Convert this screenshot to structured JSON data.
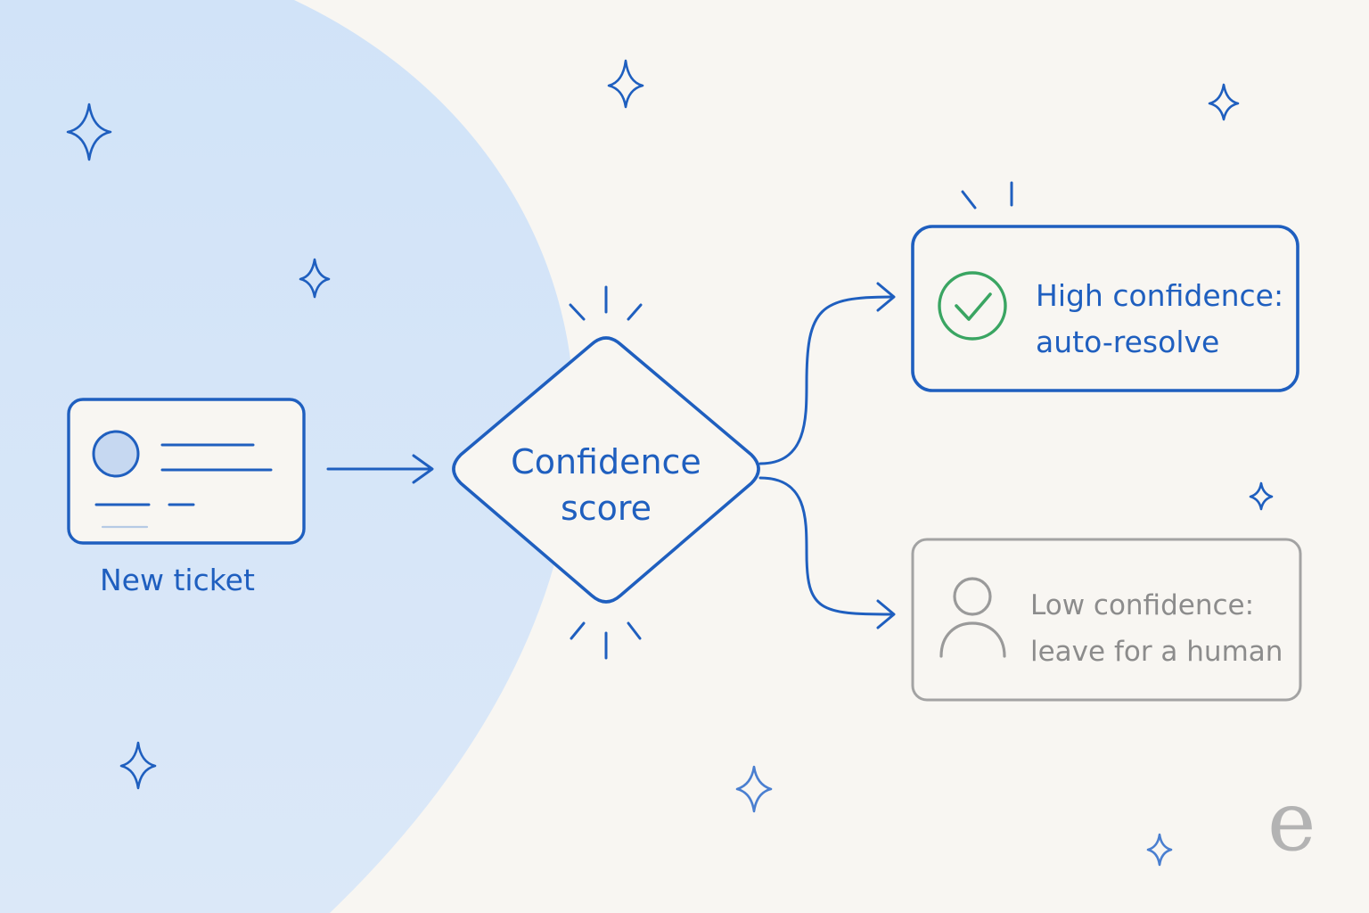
{
  "diagram": {
    "input": {
      "label": "New ticket",
      "icon": "ticket-card-icon"
    },
    "decision": {
      "line1": "Confidence",
      "line2": "score"
    },
    "high_branch": {
      "line1": "High confidence:",
      "line2": "auto-resolve",
      "icon": "check-circle-icon"
    },
    "low_branch": {
      "line1": "Low confidence:",
      "line2": "leave for a human",
      "icon": "person-icon"
    }
  },
  "brand_mark": "e",
  "colors": {
    "background": "#f8f6f2",
    "accent_blue": "#1f5fbf",
    "panel_blue": "#d3e4f8",
    "success_green": "#3aa562",
    "muted_gray": "#a3a3a3",
    "mark_gray": "#b3b3b3"
  }
}
